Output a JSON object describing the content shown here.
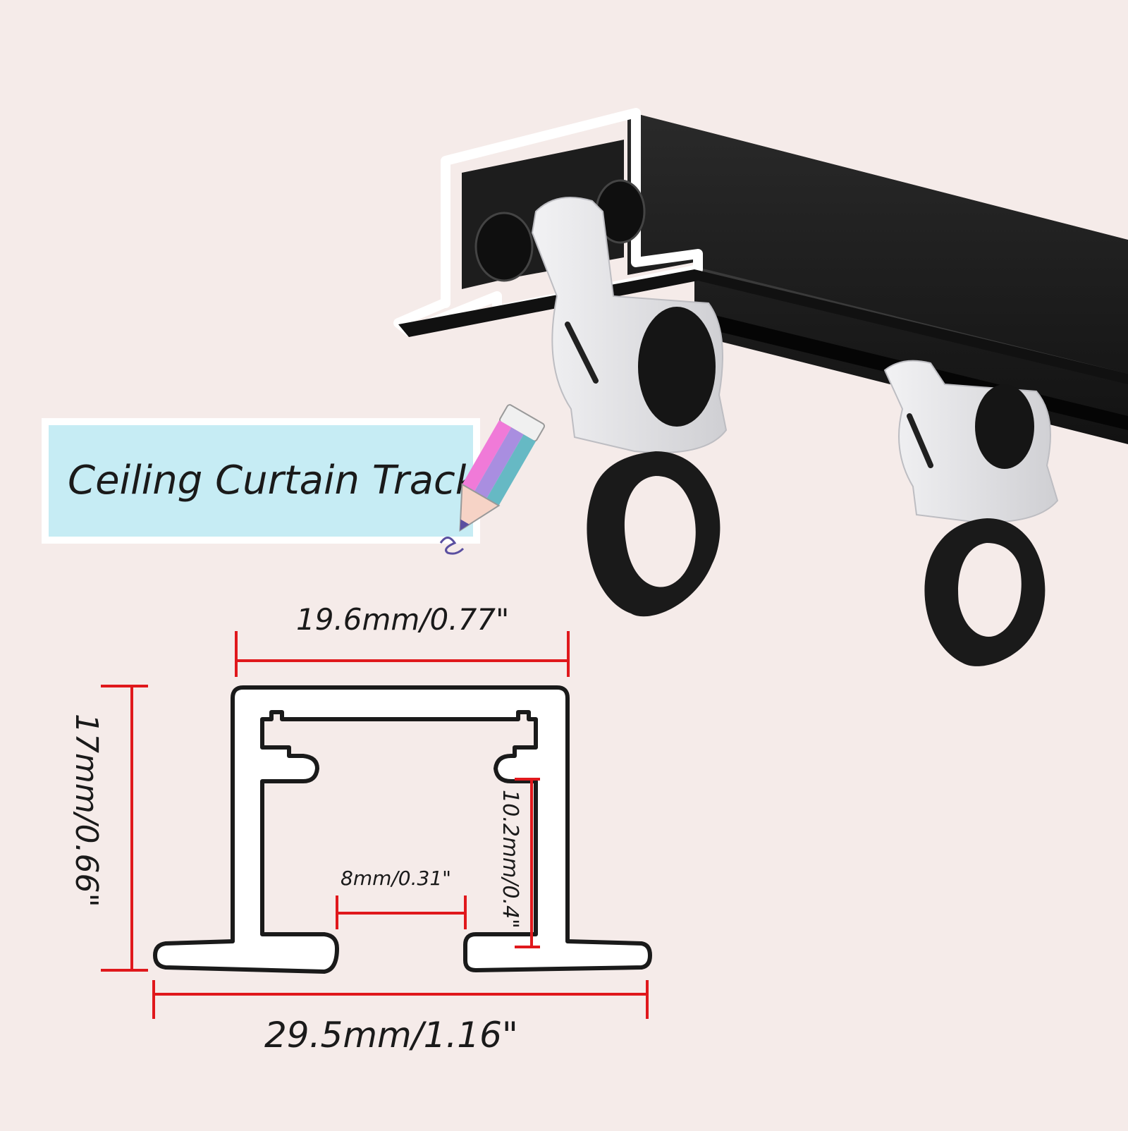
{
  "colors": {
    "background": "#f5ebe9",
    "track_body": "#171717",
    "track_edge": "#ffffff",
    "glider": "#e4e4e6",
    "ring": "#1a1a1a",
    "label_fill": "#c6ecf4",
    "label_border": "#ffffff",
    "dimension_line": "#e0181c",
    "profile_outline": "#1a1a1a",
    "profile_fill": "#ffffff"
  },
  "label": {
    "text": "Ceiling Curtain Track",
    "icon": "pencil-icon"
  },
  "dimensions": {
    "inner_width": "19.6mm/0.77\"",
    "height": "17mm/0.66\"",
    "slot_depth": "10.2mm/0.4\"",
    "slot_opening": "8mm/0.31\"",
    "base_width": "29.5mm/1.16\""
  }
}
